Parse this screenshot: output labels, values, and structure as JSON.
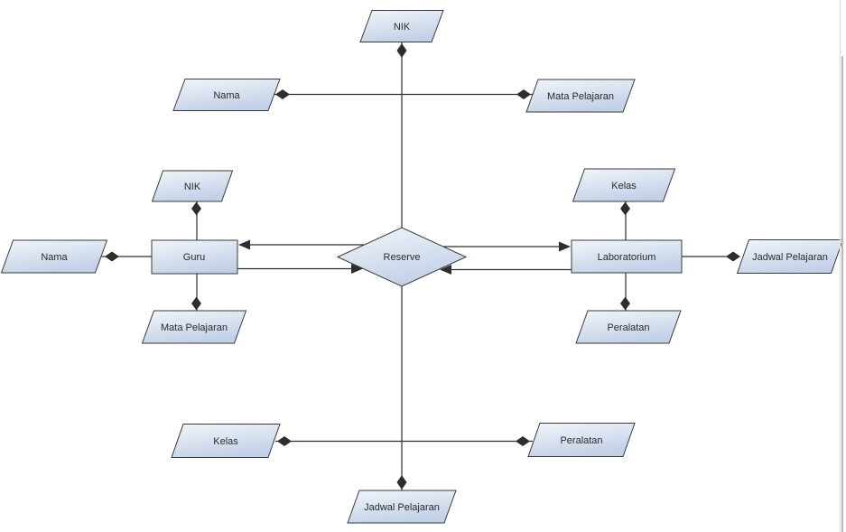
{
  "colors": {
    "canvas": "#ffffff",
    "shape_gradient_top": "#f2f6fb",
    "shape_gradient_bottom": "#c3d1e7",
    "shape_border": "#3a3a3a",
    "connector": "#2e2e2e",
    "text": "#2b2b2b"
  },
  "nodes": {
    "nik_top": {
      "label": "NIK",
      "type": "attribute"
    },
    "nama_top_left": {
      "label": "Nama",
      "type": "attribute"
    },
    "mata_pelajaran_top": {
      "label": "Mata Pelajaran",
      "type": "attribute"
    },
    "nik_left": {
      "label": "NIK",
      "type": "attribute"
    },
    "guru": {
      "label": "Guru",
      "type": "entity"
    },
    "mata_pelajaran_left": {
      "label": "Mata Pelajaran",
      "type": "attribute"
    },
    "nama_far_left": {
      "label": "Nama",
      "type": "attribute"
    },
    "reserve": {
      "label": "Reserve",
      "type": "relationship"
    },
    "kelas_right": {
      "label": "Kelas",
      "type": "attribute"
    },
    "laboratorium": {
      "label": "Laboratorium",
      "type": "entity"
    },
    "peralatan_right": {
      "label": "Peralatan",
      "type": "attribute"
    },
    "jadwal_far_right": {
      "label": "Jadwal Pelajaran",
      "type": "attribute"
    },
    "kelas_bottom": {
      "label": "Kelas",
      "type": "attribute"
    },
    "peralatan_bottom": {
      "label": "Peralatan",
      "type": "attribute"
    },
    "jadwal_bottom": {
      "label": "Jadwal Pelajaran",
      "type": "attribute"
    }
  }
}
